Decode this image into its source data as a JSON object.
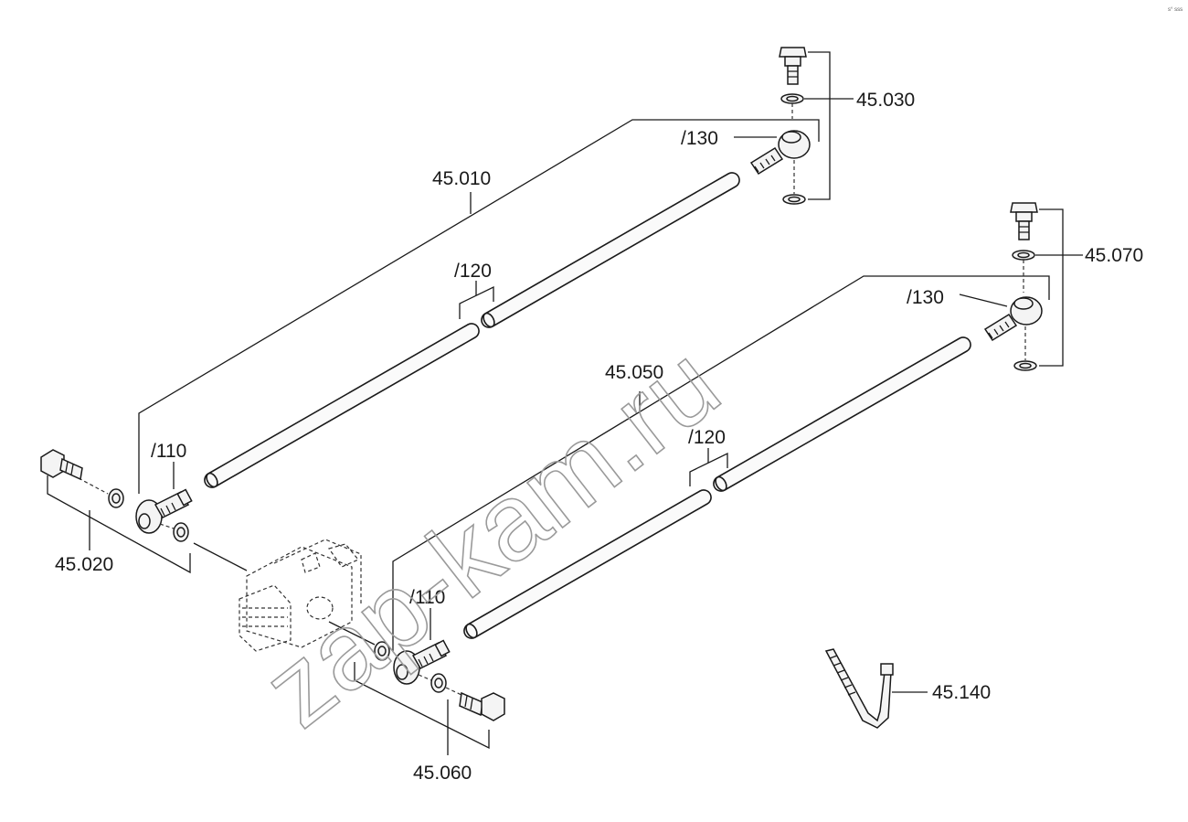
{
  "corner_mark": "s° sss",
  "watermark": "zap-kam.ru",
  "labels": {
    "p45_010": "45.010",
    "p45_020": "45.020",
    "p45_030": "45.030",
    "p45_050": "45.050",
    "p45_060": "45.060",
    "p45_070": "45.070",
    "p45_140": "45.140",
    "p110_a": "/110",
    "p110_b": "/110",
    "p120_a": "/120",
    "p120_b": "/120",
    "p130_a": "/130",
    "p130_b": "/130"
  }
}
